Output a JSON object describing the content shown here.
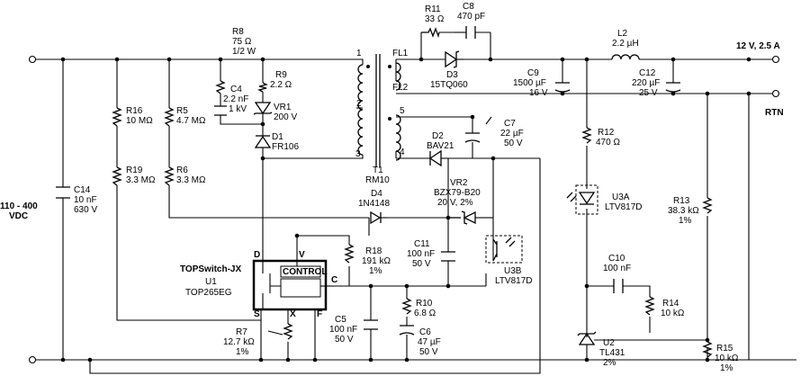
{
  "io": {
    "input_voltage": "110 - 400",
    "input_unit": "VDC",
    "output_rating": "12 V, 2.5 A",
    "return_label": "RTN"
  },
  "ic": {
    "family": "TOPSwitch-JX",
    "ref": "U1",
    "part": "TOP265EG",
    "block": "CONTROL",
    "pin_d": "D",
    "pin_v": "V",
    "pin_c": "C",
    "pin_s": "S",
    "pin_x": "X",
    "pin_f": "F"
  },
  "transformer": {
    "ref": "T1",
    "core": "RM10",
    "pin1": "1",
    "pin2": "2",
    "pin3": "3",
    "pin4": "4",
    "pin5": "5",
    "fl1": "FL1",
    "fl2": "FL2"
  },
  "parts": {
    "c14": [
      "C14",
      "10 nF",
      "630 V"
    ],
    "r16": [
      "R16",
      "10 MΩ"
    ],
    "r19": [
      "R19",
      "3.3 MΩ"
    ],
    "r5": [
      "R5",
      "4.7 MΩ"
    ],
    "r6": [
      "R6",
      "3.3 MΩ"
    ],
    "r8": [
      "R8",
      "75 Ω",
      "1/2 W"
    ],
    "c4": [
      "C4",
      "2.2 nF",
      "1 kV"
    ],
    "r9": [
      "R9",
      "2.2 Ω"
    ],
    "vr1": [
      "VR1",
      "200 V"
    ],
    "d1": [
      "D1",
      "FR106"
    ],
    "r11": [
      "R11",
      "33 Ω"
    ],
    "c8": [
      "C8",
      "470 pF"
    ],
    "d3": [
      "D3",
      "15TQ060"
    ],
    "c9": [
      "C9",
      "1500 µF",
      "16 V"
    ],
    "l2": [
      "L2",
      "2.2 µH"
    ],
    "c12": [
      "C12",
      "220 µF",
      "25 V"
    ],
    "c7": [
      "C7",
      "22 µF",
      "50 V"
    ],
    "d2": [
      "D2",
      "BAV21"
    ],
    "d4": [
      "D4",
      "1N4148"
    ],
    "vr2": [
      "VR2",
      "BZX79-B20",
      "20 V, 2%"
    ],
    "r12": [
      "R12",
      "470 Ω"
    ],
    "u3a": [
      "U3A",
      "LTV817D"
    ],
    "r13": [
      "R13",
      "38.3 kΩ",
      "1%"
    ],
    "r18": [
      "R18",
      "191 kΩ",
      "1%"
    ],
    "c11": [
      "C11",
      "100 nF",
      "50 V"
    ],
    "u3b": [
      "U3B",
      "LTV817D"
    ],
    "c10": [
      "C10",
      "100 nF"
    ],
    "r14": [
      "R14",
      "10 kΩ"
    ],
    "r10": [
      "R10",
      "6.8 Ω"
    ],
    "c5": [
      "C5",
      "100 nF",
      "50 V"
    ],
    "c6": [
      "C6",
      "47 µF",
      "50 V"
    ],
    "r7": [
      "R7",
      "12.7 kΩ",
      "1%"
    ],
    "u2": [
      "U2",
      "TL431",
      "2%"
    ],
    "r15": [
      "R15",
      "10 kΩ",
      "1%"
    ]
  }
}
